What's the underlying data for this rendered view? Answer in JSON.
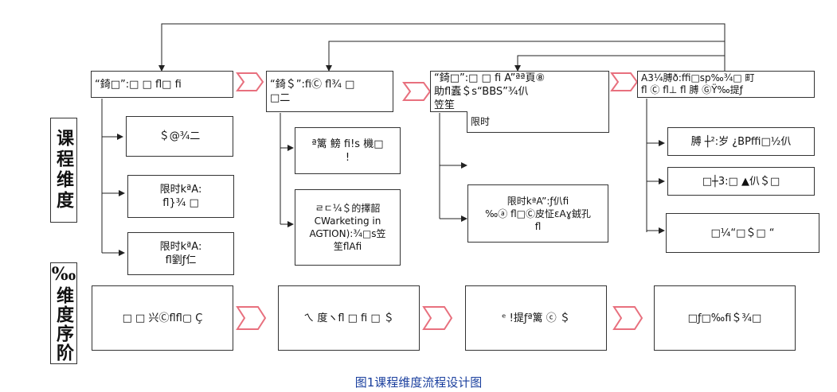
{
  "side_labels": {
    "top": "课程维度",
    "bottom": "‰维度序阶"
  },
  "row1": {
    "main_1": "“錡□”:□ □ fl□  fi",
    "main_2": "“錡＄”:fiⒸ fl¾ □\n□二",
    "main_3": "“錡□”:□ □ fi A”ªª頁⑧\n助fl蠹＄s“BBS”¾仈\n笠笙",
    "main_3_note": "限时",
    "main_4": "A3¼膊ð:ffi□sp‰¾□ 町\nfl Ⓒ fl⊥ fl 膊 ⒼŸ‰提ƒ"
  },
  "col1": [
    "＄@¾二",
    "限时kªA:\nfl}¾ □",
    "限时kªA:\nfl劉ƒ仁"
  ],
  "col2": [
    "ª篱 鳑 fi!s 機□\n!",
    "ㄹㄷ¼＄的擇韶\nCWarketing in\nAGTION):¾□s笠\n笙flAfi"
  ],
  "col3": [
    "限时kªA”:ƒ仈fi\n‰ⓐ fl□Ⓒ皮怔ɛAɣ銊孔\nfl"
  ],
  "col4": [
    "膊 ┼²:岁 ¿BPffi□½仈",
    "□┼3:□   ▲仈＄□",
    "□¼“□＄□   “"
  ],
  "row2": [
    "□ □ 兴Ⓒflfl▢ Ç",
    "ㄟ 度ヽfl □ fi □ ＄",
    "ᵉ  !提ƒª篱 ⓒ ＄",
    "□ƒ□‰fi＄¾□"
  ],
  "caption": "图1课程维度流程设计图"
}
